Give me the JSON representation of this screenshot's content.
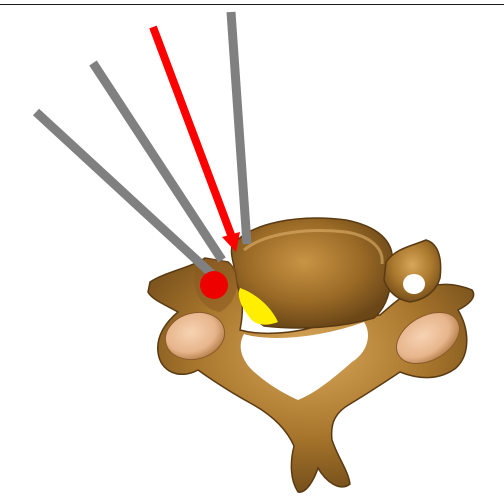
{
  "figure": {
    "background": "#ffffff",
    "subject": "cervical-vertebra-superior-view",
    "colors": {
      "bone_dark": "#6b4718",
      "bone_mid": "#a8762c",
      "bone_light": "#d4a45a",
      "articular_surface": "#f0c3a0",
      "red_arrow": "#ff0000",
      "gray_arrow": "#808080",
      "red_marker": "#ee0000",
      "yellow_marker": "#ffee00",
      "rule": "#1a1a1a"
    },
    "arrows": [
      {
        "name": "gray-arrow-1",
        "color": "gray"
      },
      {
        "name": "gray-arrow-2",
        "color": "gray"
      },
      {
        "name": "red-arrow",
        "color": "red"
      },
      {
        "name": "gray-arrow-3",
        "color": "gray"
      }
    ],
    "markers": [
      {
        "name": "red-dot-marker",
        "color": "red",
        "shape": "circle"
      },
      {
        "name": "yellow-crescent-marker",
        "color": "yellow",
        "shape": "crescent"
      }
    ]
  }
}
